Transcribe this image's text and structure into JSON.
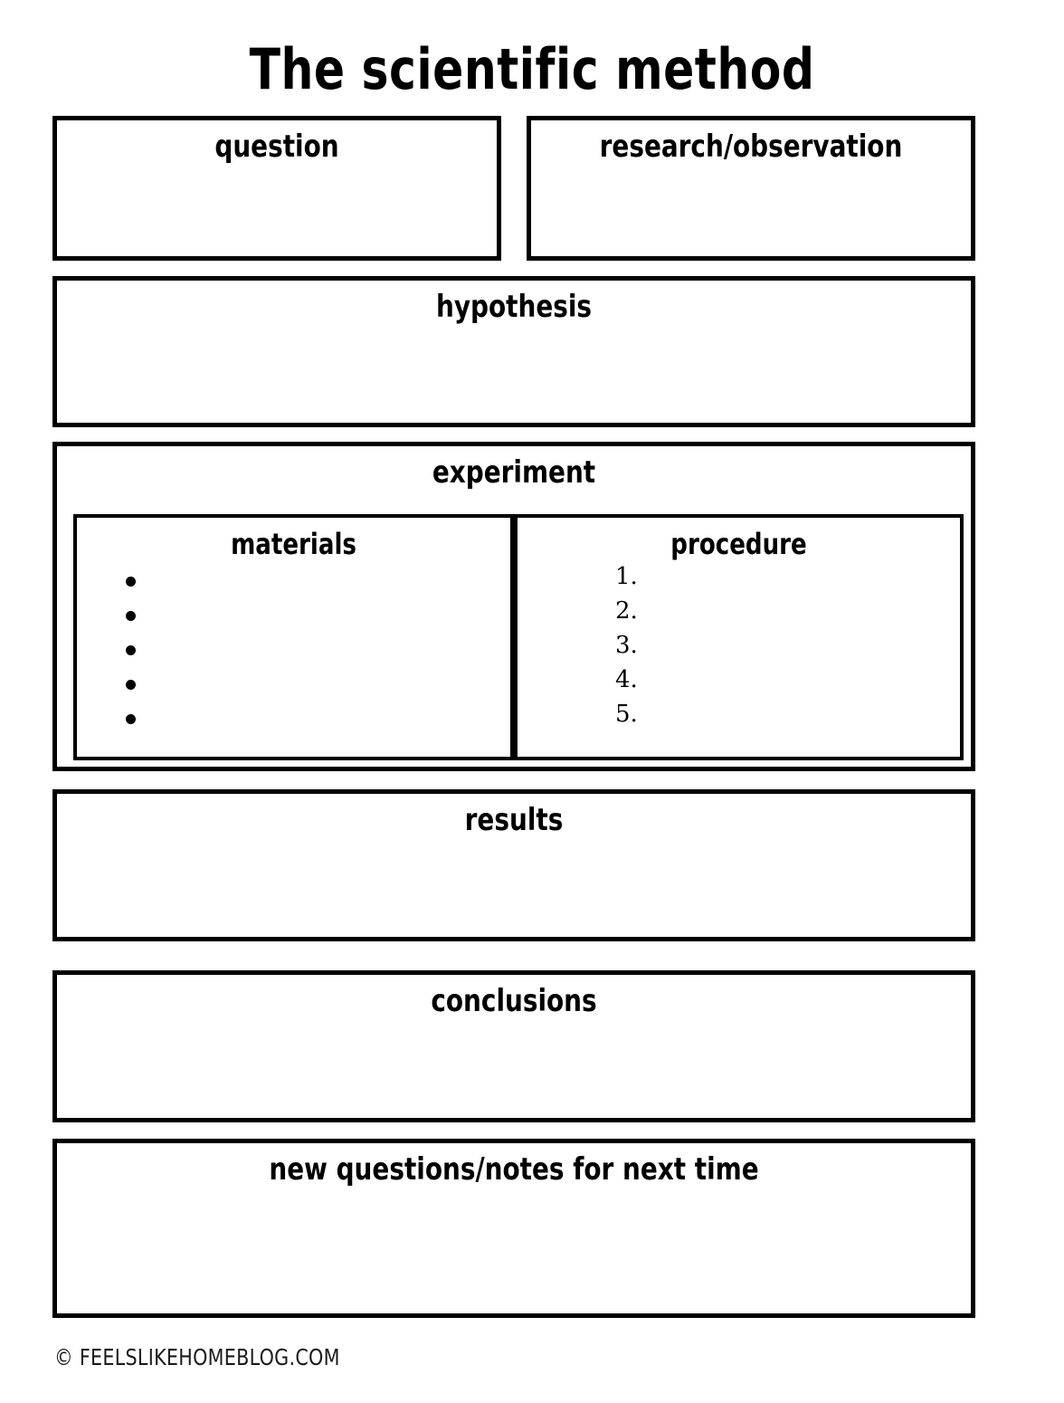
{
  "worksheet": {
    "title": "The scientific method",
    "footer_credit": "© FEELSLIKEHOMEBLOG.COM",
    "ink_color": "#000000",
    "page_color": "#ffffff"
  },
  "sections": {
    "question": {
      "header": "question"
    },
    "research": {
      "header": "research/observation"
    },
    "hypothesis": {
      "header": "hypothesis"
    },
    "experiment": {
      "header": "experiment",
      "materials": {
        "header": "materials",
        "bullets": [
          "",
          "",
          "",
          "",
          ""
        ]
      },
      "procedure": {
        "header": "procedure",
        "items": [
          "1.",
          "2.",
          "3.",
          "4.",
          "5."
        ]
      }
    },
    "results": {
      "header": "results"
    },
    "conclusions": {
      "header": "conclusions"
    },
    "new_questions": {
      "header": "new questions/notes for next time"
    }
  }
}
